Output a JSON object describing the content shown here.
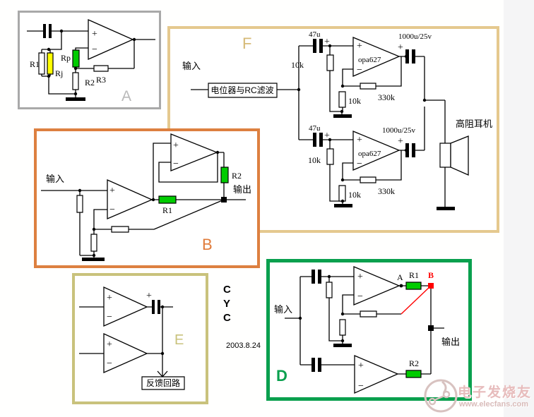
{
  "colors": {
    "box_a_border": "#a9a9a9",
    "box_b_border": "#dd8040",
    "box_d_border": "#0aa04e",
    "box_e_border": "#c9c27c",
    "box_f_border": "#e5c98e",
    "label_a": "#b9b9b9",
    "label_b": "#e07b3a",
    "label_d": "#0aa04e",
    "label_e": "#c9c27c",
    "label_f": "#d6ba77",
    "resistor_green": "#00cc00",
    "resistor_yellow": "#ffff00",
    "highlight_red": "#ff0000"
  },
  "glyphs": {
    "plus": "+",
    "minus": "−"
  },
  "circuit_a": {
    "label": "A",
    "r1": "R1",
    "rj": "Rj",
    "rp": "Rp",
    "r2": "R2",
    "r3": "R3"
  },
  "circuit_b": {
    "label": "B",
    "input": "输入",
    "output": "输出",
    "r1": "R1",
    "r2": "R2"
  },
  "circuit_d": {
    "label": "D",
    "input": "输入",
    "output": "输出",
    "r1": "R1",
    "r2": "R2",
    "point_a": "A",
    "point_b": "B"
  },
  "circuit_e": {
    "label": "E",
    "feedback_box": "反馈回路"
  },
  "circuit_f": {
    "label": "F",
    "input": "输入",
    "rc_filter_box": "电位器与RC滤波",
    "input_cap": "47u",
    "input_r": "10k",
    "gnd_r": "10k",
    "opamp": "opa627",
    "feedback_r": "330k",
    "output_cap": "1000u/25v",
    "headphone": "高阻耳机"
  },
  "signature": {
    "initials": [
      "C",
      "Y",
      "C"
    ],
    "date": "2003.8.24"
  },
  "watermark": {
    "brand": "电子发烧友",
    "site": "www.elecfans.com"
  }
}
